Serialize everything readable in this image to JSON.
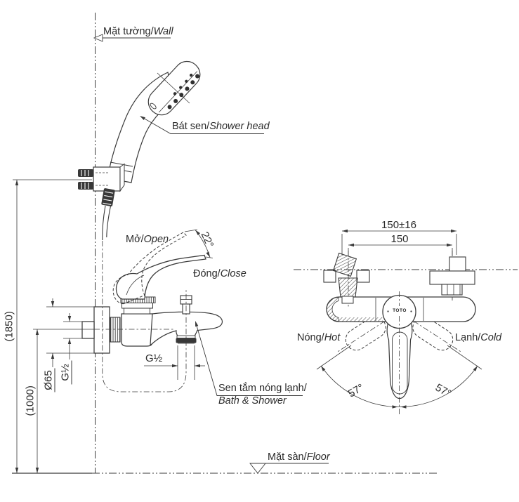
{
  "labels": {
    "wall": {
      "vi": "Mặt tường/",
      "en": "Wall"
    },
    "shower_head": {
      "vi": "Bát sen/",
      "en": "Shower head"
    },
    "open": {
      "vi": "Mở/",
      "en": "Open"
    },
    "close": {
      "vi": "Đóng/",
      "en": "Close"
    },
    "hot": {
      "vi": "Nóng/",
      "en": "Hot"
    },
    "cold": {
      "vi": "Lạnh/",
      "en": "Cold"
    },
    "floor": {
      "vi": "Mặt sàn/",
      "en": "Floor"
    },
    "mixer": {
      "vi": "Sen tắm nóng lạnh/",
      "en": "Bath & Shower"
    }
  },
  "dimensions": {
    "height_total": "(1850)",
    "height_outlet": "(1000)",
    "escutcheon_diameter": "Ø65",
    "inlet_thread": "G½",
    "outlet_thread": "G½",
    "center_distance_tolerance": "150±16",
    "center_distance": "150",
    "lever_open_angle": "22°",
    "handle_swing_left": "57°",
    "handle_swing_right": "57°"
  },
  "brand": {
    "logo": "TOTO"
  },
  "colors": {
    "line": "#3a3a3a",
    "text": "#2b2b2b",
    "dark_fill": "#383838",
    "background": "#ffffff"
  }
}
